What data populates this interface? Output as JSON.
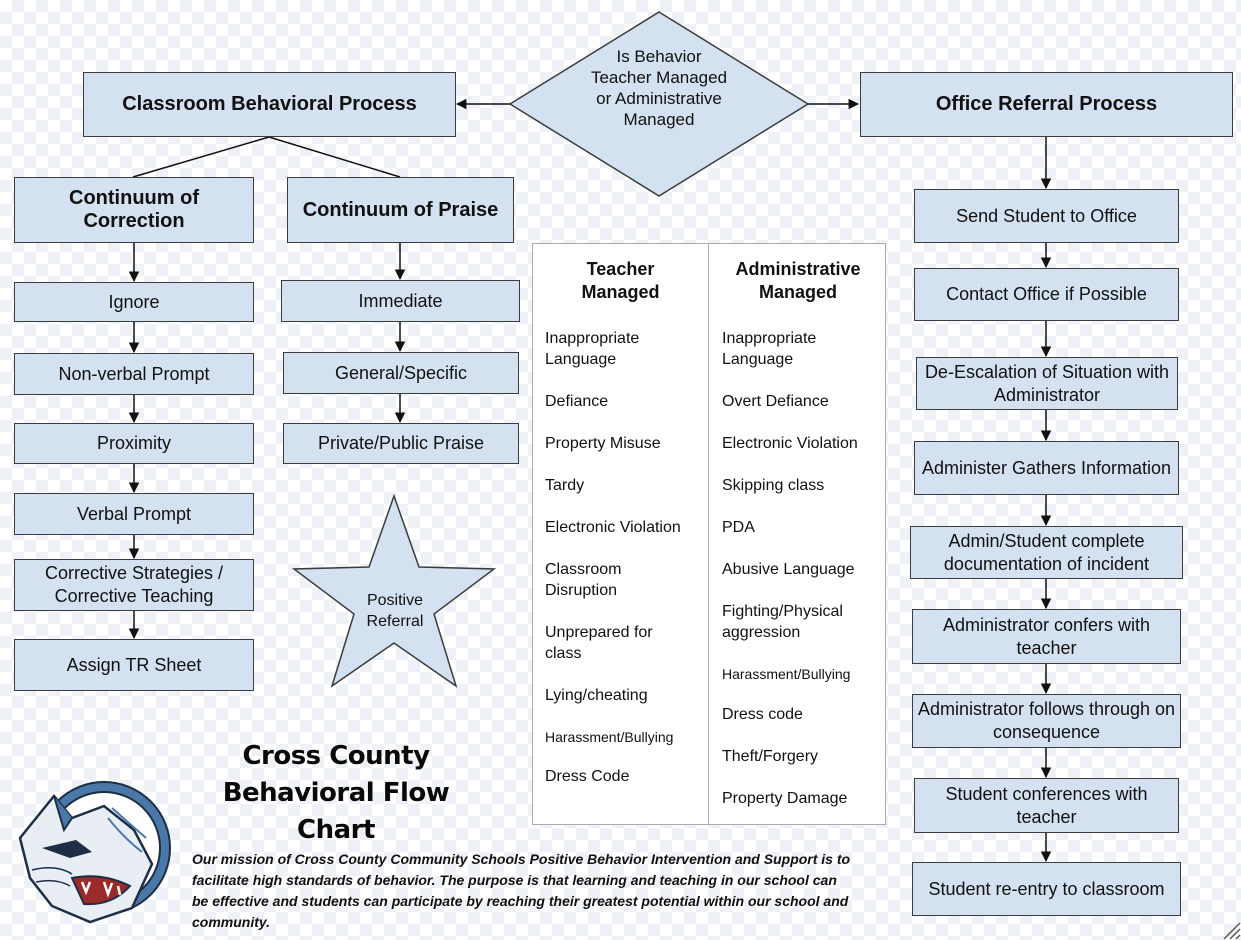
{
  "decision": "Is Behavior Teacher Managed or Administrative Managed",
  "classroom": {
    "title": "Classroom Behavioral Process",
    "correction": {
      "title": "Continuum of Correction",
      "steps": [
        "Ignore",
        "Non-verbal Prompt",
        "Proximity",
        "Verbal Prompt",
        "Corrective Strategies / Corrective Teaching",
        "Assign TR Sheet"
      ]
    },
    "praise": {
      "title": "Continuum of Praise",
      "steps": [
        "Immediate",
        "General/Specific",
        "Private/Public Praise"
      ]
    },
    "star": "Positive Referral"
  },
  "office": {
    "title": "Office Referral Process",
    "steps": [
      "Send Student to Office",
      "Contact Office if Possible",
      "De-Escalation of Situation with Administrator",
      "Administer Gathers Information",
      "Admin/Student complete documentation of incident",
      "Administrator confers with teacher",
      "Administrator follows through on consequence",
      "Student conferences with teacher",
      "Student re-entry to classroom"
    ]
  },
  "table": {
    "teacher": {
      "heading": "Teacher Managed",
      "items": [
        "Inappropriate Language",
        "Defiance",
        "Property Misuse",
        "Tardy",
        "Electronic Violation",
        "Classroom Disruption",
        "Unprepared for class",
        "Lying/cheating",
        "Harassment/Bullying",
        "Dress Code"
      ]
    },
    "admin": {
      "heading": "Administrative Managed",
      "items": [
        "Inappropriate Language",
        "Overt Defiance",
        "Electronic Violation",
        "Skipping class",
        "PDA",
        "Abusive Language",
        "Fighting/Physical aggression",
        "Harassment/Bullying",
        "Dress code",
        "Theft/Forgery",
        "Property Damage"
      ]
    }
  },
  "footer": {
    "title": "Cross County Behavioral Flow Chart",
    "mission": "Our mission of Cross County Community Schools Positive Behavior Intervention and Support is  to facilitate high standards of behavior.  The purpose is that learning and teaching in our school can be effective and students can participate by reaching their greatest potential within our school and community."
  },
  "colors": {
    "box_fill": "#d3e1f0",
    "border": "#3c3c3c",
    "logo_blue": "#4a78a8"
  },
  "logo_icon": "cougar-mascot-icon"
}
